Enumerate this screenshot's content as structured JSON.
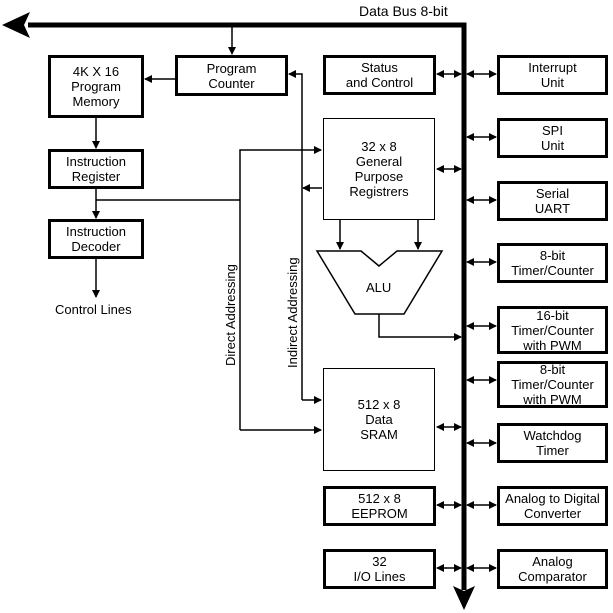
{
  "diagram": {
    "title": "Data Bus 8-bit",
    "left_blocks": {
      "program_memory": "4K X 16\nProgram\nMemory",
      "program_counter": "Program\nCounter",
      "instruction_register": "Instruction\nRegister",
      "instruction_decoder": "Instruction\nDecoder",
      "control_lines": "Control Lines"
    },
    "center_blocks": {
      "status_control": "Status\nand Control",
      "registers": "32 x 8\nGeneral\nPurpose\nRegistrers",
      "alu": "ALU",
      "sram": "512 x 8\nData\nSRAM",
      "eeprom": "512 x 8\nEEPROM",
      "io_lines": "32\nI/O Lines"
    },
    "addressing": {
      "direct": "Direct Addressing",
      "indirect": "Indirect Addressing"
    },
    "peripherals": [
      "Interrupt\nUnit",
      "SPI\nUnit",
      "Serial\nUART",
      "8-bit\nTimer/Counter",
      "16-bit\nTimer/Counter\nwith PWM",
      "8-bit\nTimer/Counter\nwith PWM",
      "Watchdog\nTimer",
      "Analog to Digital\nConverter",
      "Analog\nComparator"
    ]
  }
}
